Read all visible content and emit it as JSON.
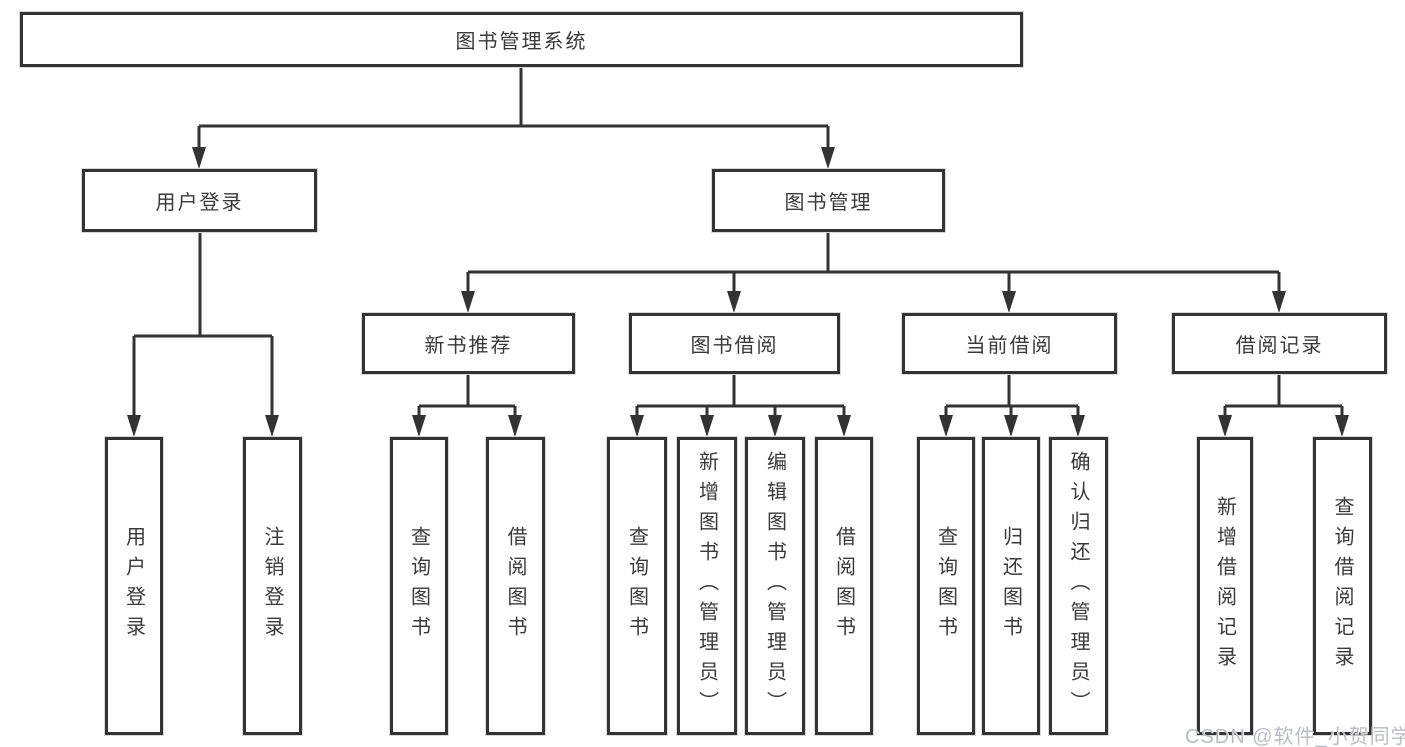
{
  "diagram": {
    "root": {
      "label": "图书管理系统"
    },
    "level2": [
      {
        "label": "用户登录"
      },
      {
        "label": "图书管理"
      }
    ],
    "level3": [
      {
        "label": "新书推荐"
      },
      {
        "label": "图书借阅"
      },
      {
        "label": "当前借阅"
      },
      {
        "label": "借阅记录"
      }
    ],
    "leaves": {
      "user_login": [
        "用户登录",
        "注销登录"
      ],
      "new_books": [
        "查询图书",
        "借阅图书"
      ],
      "book_borrow": [
        "查询图书",
        "新增图书（管理员）",
        "编辑图书（管理员）",
        "借阅图书"
      ],
      "current_borrow": [
        "查询图书",
        "归还图书",
        "确认归还（管理员）"
      ],
      "borrow_records": [
        "新增借阅记录",
        "查询借阅记录"
      ]
    },
    "colors": {
      "line": "#333333",
      "box_border": "#333333",
      "box_bg": "#ffffff",
      "text": "#3a3a3a",
      "watermark": "#b9bdc4"
    },
    "watermark": "CSDN @软件_小贺同学"
  }
}
